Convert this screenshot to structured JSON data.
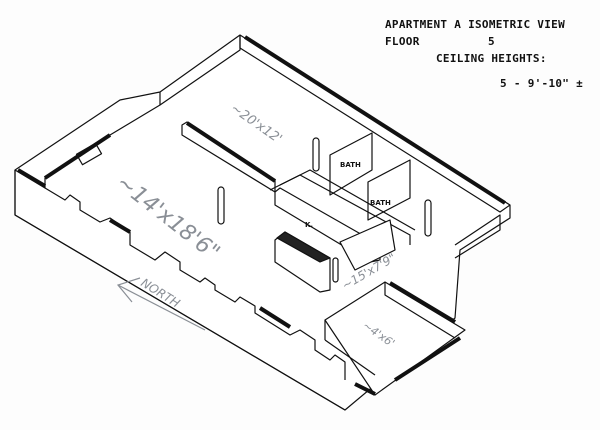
{
  "header": {
    "title": "APARTMENT A ISOMETRIC VIEW",
    "floor_label": "FLOOR",
    "floor_value": "5",
    "ceiling_label": "CEILING HEIGHTS:",
    "ceiling_value": "5 - 9'-10\" ±"
  },
  "rooms": {
    "bath_1": "BATH",
    "bath_2": "BATH",
    "kitchen": "K."
  },
  "annotations": {
    "room_top": "~20'x12'",
    "living": "~14'x18'6\"",
    "kitchen_area": "~15'x7'9\"",
    "small_room": "~4'x6'",
    "north": "NORTH"
  }
}
